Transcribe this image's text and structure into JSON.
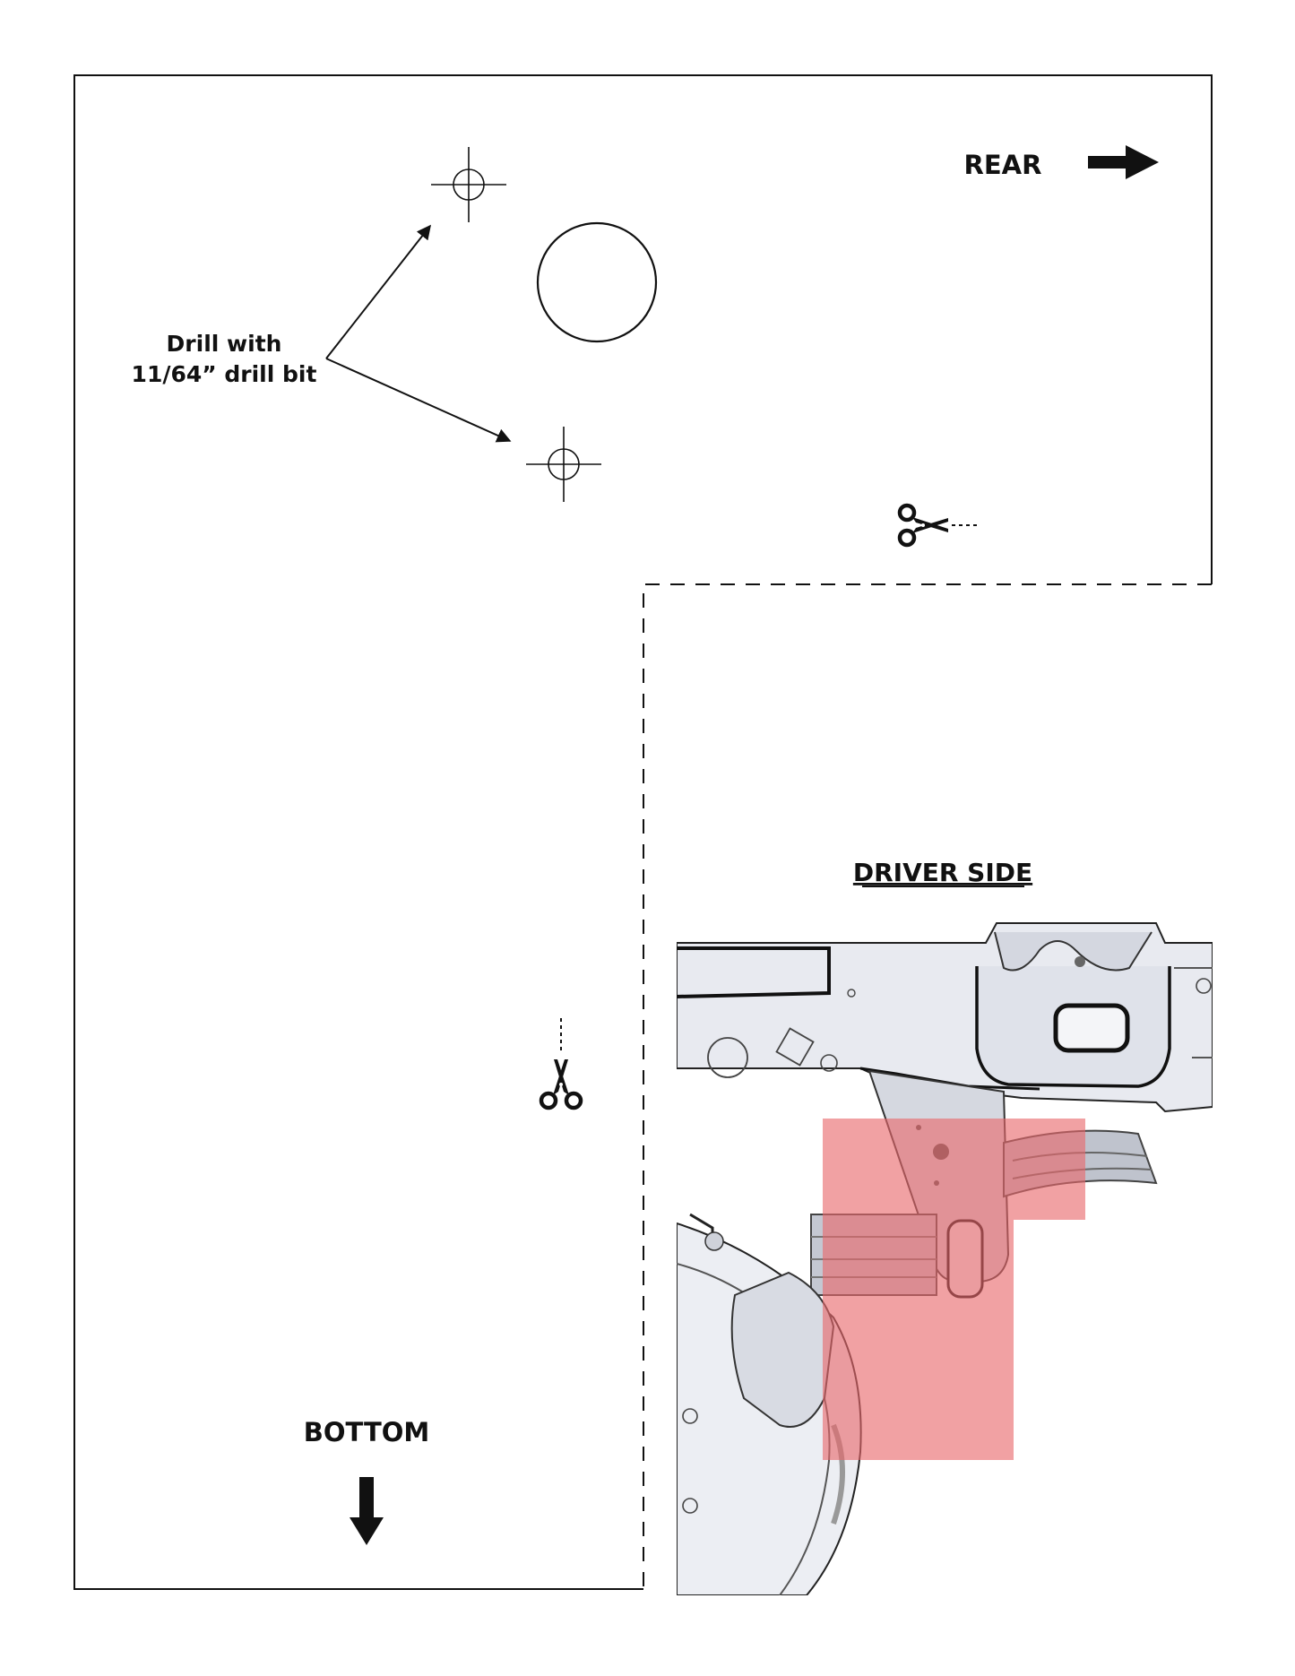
{
  "labels": {
    "rear": "REAR",
    "bottom": "BOTTOM",
    "driver_side": "DRIVER SIDE",
    "drill_line1": "Drill with",
    "drill_line2": "11/64” drill bit"
  },
  "colors": {
    "line": "#111111",
    "overlay_red": "#e8676b",
    "frame_metal": "#e6e8ee",
    "frame_shade": "#c9ccd6"
  },
  "icons": [
    "scissors-icon",
    "arrow-right-icon",
    "arrow-down-icon",
    "crosshair-icon"
  ]
}
